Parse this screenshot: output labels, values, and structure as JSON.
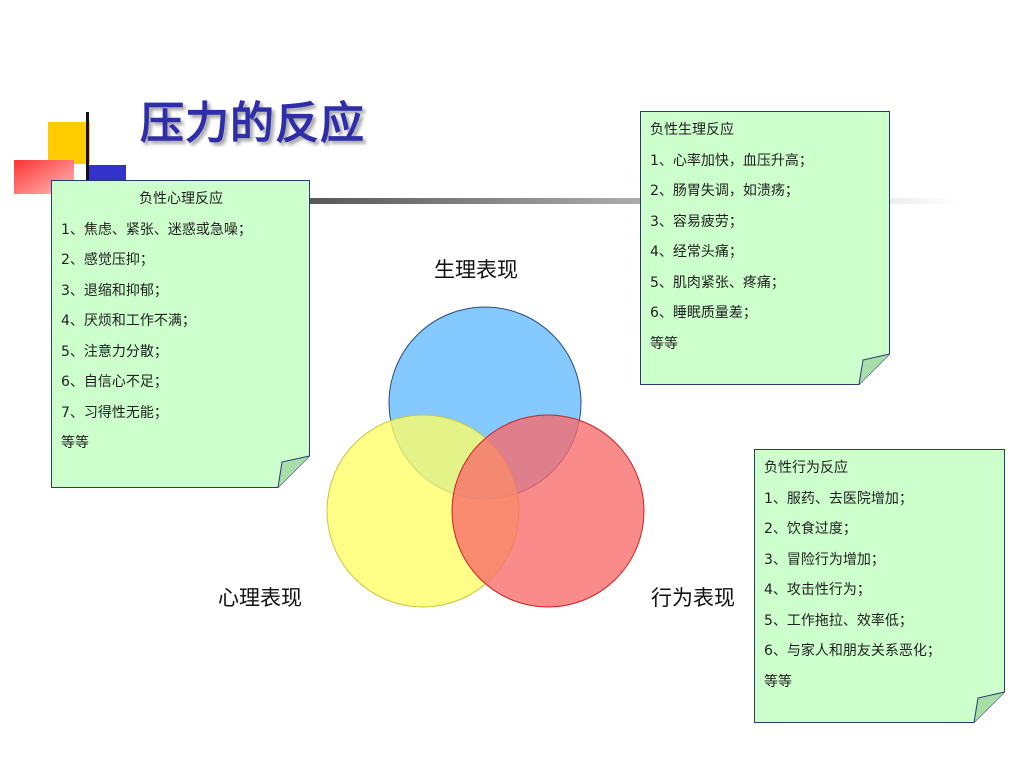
{
  "title": "压力的反应",
  "colors": {
    "title": "#2e2fa8",
    "note_fill": "#ccffcc",
    "note_border": "#2a3a70",
    "circle_physio": "#79c4ff",
    "circle_psych": "#ffff66",
    "circle_behav": "#f96a6a"
  },
  "venn": {
    "physiological_label": "生理表现",
    "psychological_label": "心理表现",
    "behavioral_label": "行为表现"
  },
  "notes": {
    "psychological": {
      "heading": "负性心理反应",
      "items": [
        "1、焦虑、紧张、迷惑或急噪；",
        "2、感觉压抑；",
        "3、退缩和抑郁；",
        "4、厌烦和工作不满；",
        "5、注意力分散；",
        "6、自信心不足；",
        "7、习得性无能；",
        "等等"
      ]
    },
    "physiological": {
      "heading": "负性生理反应",
      "items": [
        "1、心率加快，血压升高；",
        "2、肠胃失调，如溃疡；",
        "3、容易疲劳；",
        "4、经常头痛；",
        "5、肌肉紧张、疼痛；",
        "6、睡眠质量差；",
        "等等"
      ]
    },
    "behavioral": {
      "heading": "负性行为反应",
      "items": [
        "1、服药、去医院增加；",
        "2、饮食过度；",
        "3、冒险行为增加；",
        "4、攻击性行为；",
        "5、工作拖拉、效率低；",
        "6、与家人和朋友关系恶化；",
        "等等"
      ]
    }
  }
}
